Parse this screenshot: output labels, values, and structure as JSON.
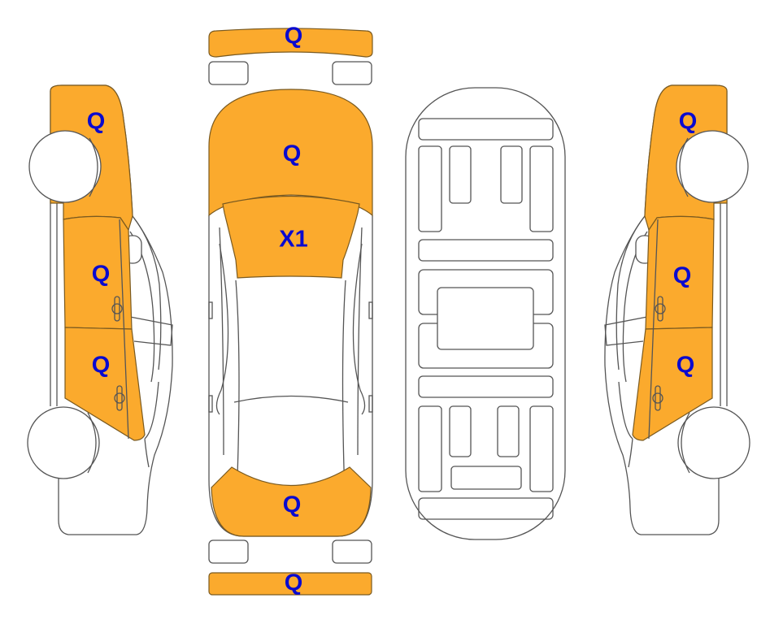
{
  "colors": {
    "damaged": "#FBAA2D",
    "label": "#0A0ACF",
    "outline": "#555555"
  },
  "panels": {
    "front_bumper": {
      "label": "Q",
      "damaged": true
    },
    "hood": {
      "label": "Q",
      "damaged": true
    },
    "windshield": {
      "label": "X1",
      "damaged": true
    },
    "trunk": {
      "label": "Q",
      "damaged": true
    },
    "rear_bumper": {
      "label": "Q",
      "damaged": true
    },
    "left_front_fender": {
      "label": "Q",
      "damaged": true
    },
    "left_front_door": {
      "label": "Q",
      "damaged": true
    },
    "left_rear_door": {
      "label": "Q",
      "damaged": true
    },
    "right_front_fender": {
      "label": "Q",
      "damaged": true
    },
    "right_front_door": {
      "label": "Q",
      "damaged": true
    },
    "right_rear_door": {
      "label": "Q",
      "damaged": true
    }
  }
}
